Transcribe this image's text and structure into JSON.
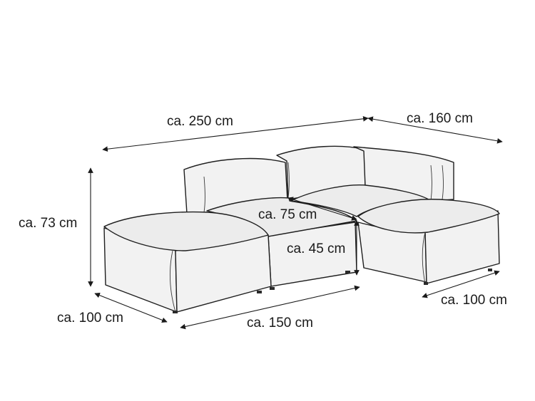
{
  "dimensions": {
    "total_width": "ca. 250 cm",
    "corner_depth": "ca. 160 cm",
    "height": "ca. 73 cm",
    "seat_depth": "ca. 75 cm",
    "seat_height": "ca. 45 cm",
    "ottoman_depth": "ca. 100 cm",
    "front_width": "ca. 150 cm",
    "right_ottoman_width": "ca. 100 cm"
  },
  "colors": {
    "line": "#1e1e1e",
    "fill": "#f2f2f2",
    "background": "#ffffff"
  }
}
